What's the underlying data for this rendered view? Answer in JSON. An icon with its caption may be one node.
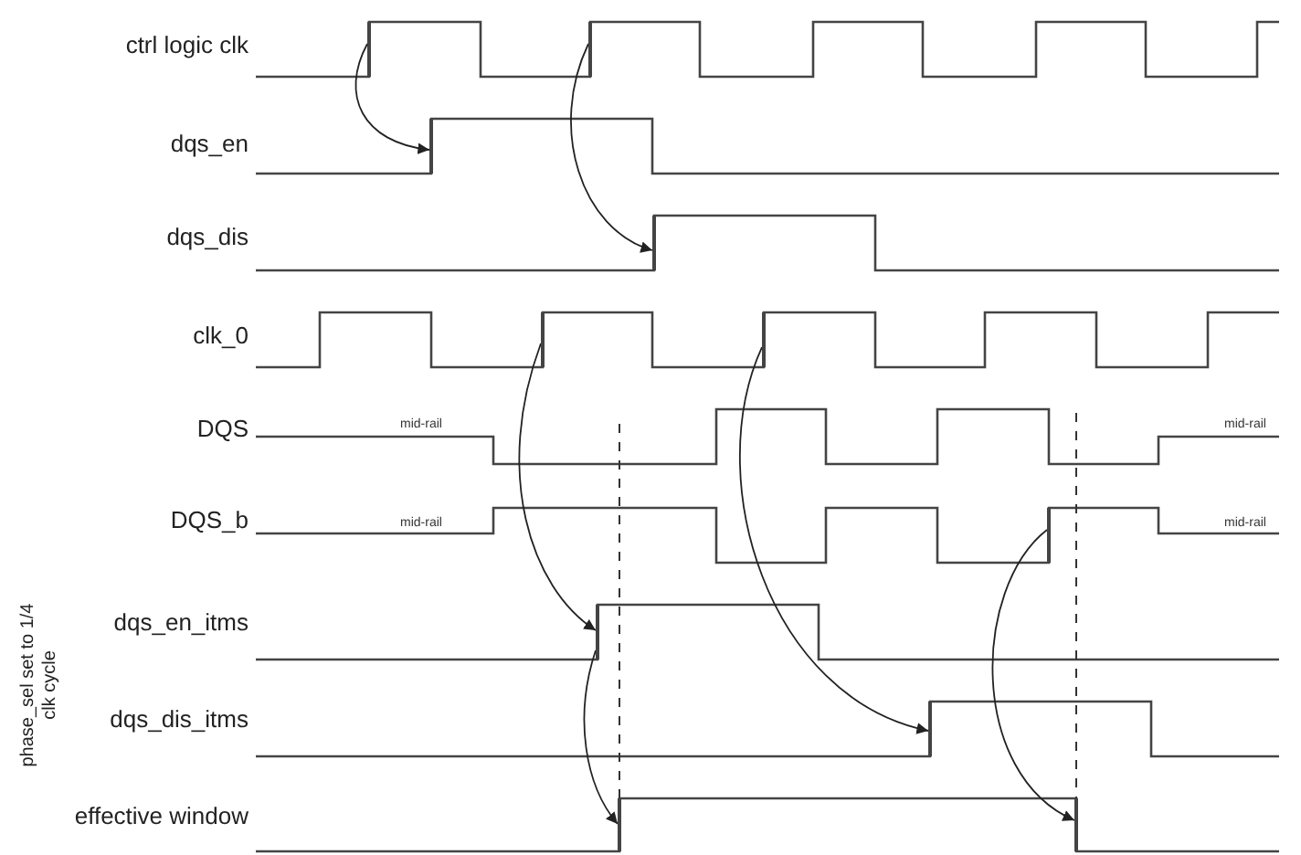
{
  "diagram": {
    "nodes": [
      {
        "text": [],
        "shape": "bar"
      },
      {
        "text": [],
        "shape": "bar"
      },
      {
        "text": [],
        "shape": "bar"
      },
      {
        "text": [],
        "shape": "bar"
      },
      {
        "text": [],
        "shape": "bar"
      },
      {
        "text": [],
        "shape": "bar"
      },
      {
        "text": [],
        "shape": "bar"
      },
      {
        "text": [],
        "shape": "bar"
      },
      {
        "text": [],
        "shape": "bar"
      },
      {
        "text": [],
        "shape": "bar"
      },
      {
        "text": [],
        "shape": "bar"
      }
    ],
    "edges": [
      {
        "from": 0,
        "to": 1,
        "arrow": "to"
      },
      {
        "from": 2,
        "to": 3,
        "arrow": "to"
      },
      {
        "from": 4,
        "to": 5,
        "arrow": "to"
      },
      {
        "from": 6,
        "to": 7,
        "arrow": "to"
      },
      {
        "from": 5,
        "to": 8,
        "arrow": "to"
      },
      {
        "from": 9,
        "to": 10,
        "arrow": "to"
      }
    ],
    "labels": [
      "ctrl logic clk",
      "dqs_en",
      "dqs_dis",
      "clk_0",
      "DQS",
      "mid-rail",
      "mid-rail",
      "DQS_b",
      "mid-rail",
      "mid-rail",
      "phase_sel set to 1/4 clk cycle",
      "dqs_en_itms",
      "dqs_dis_itms",
      "effective window"
    ]
  }
}
